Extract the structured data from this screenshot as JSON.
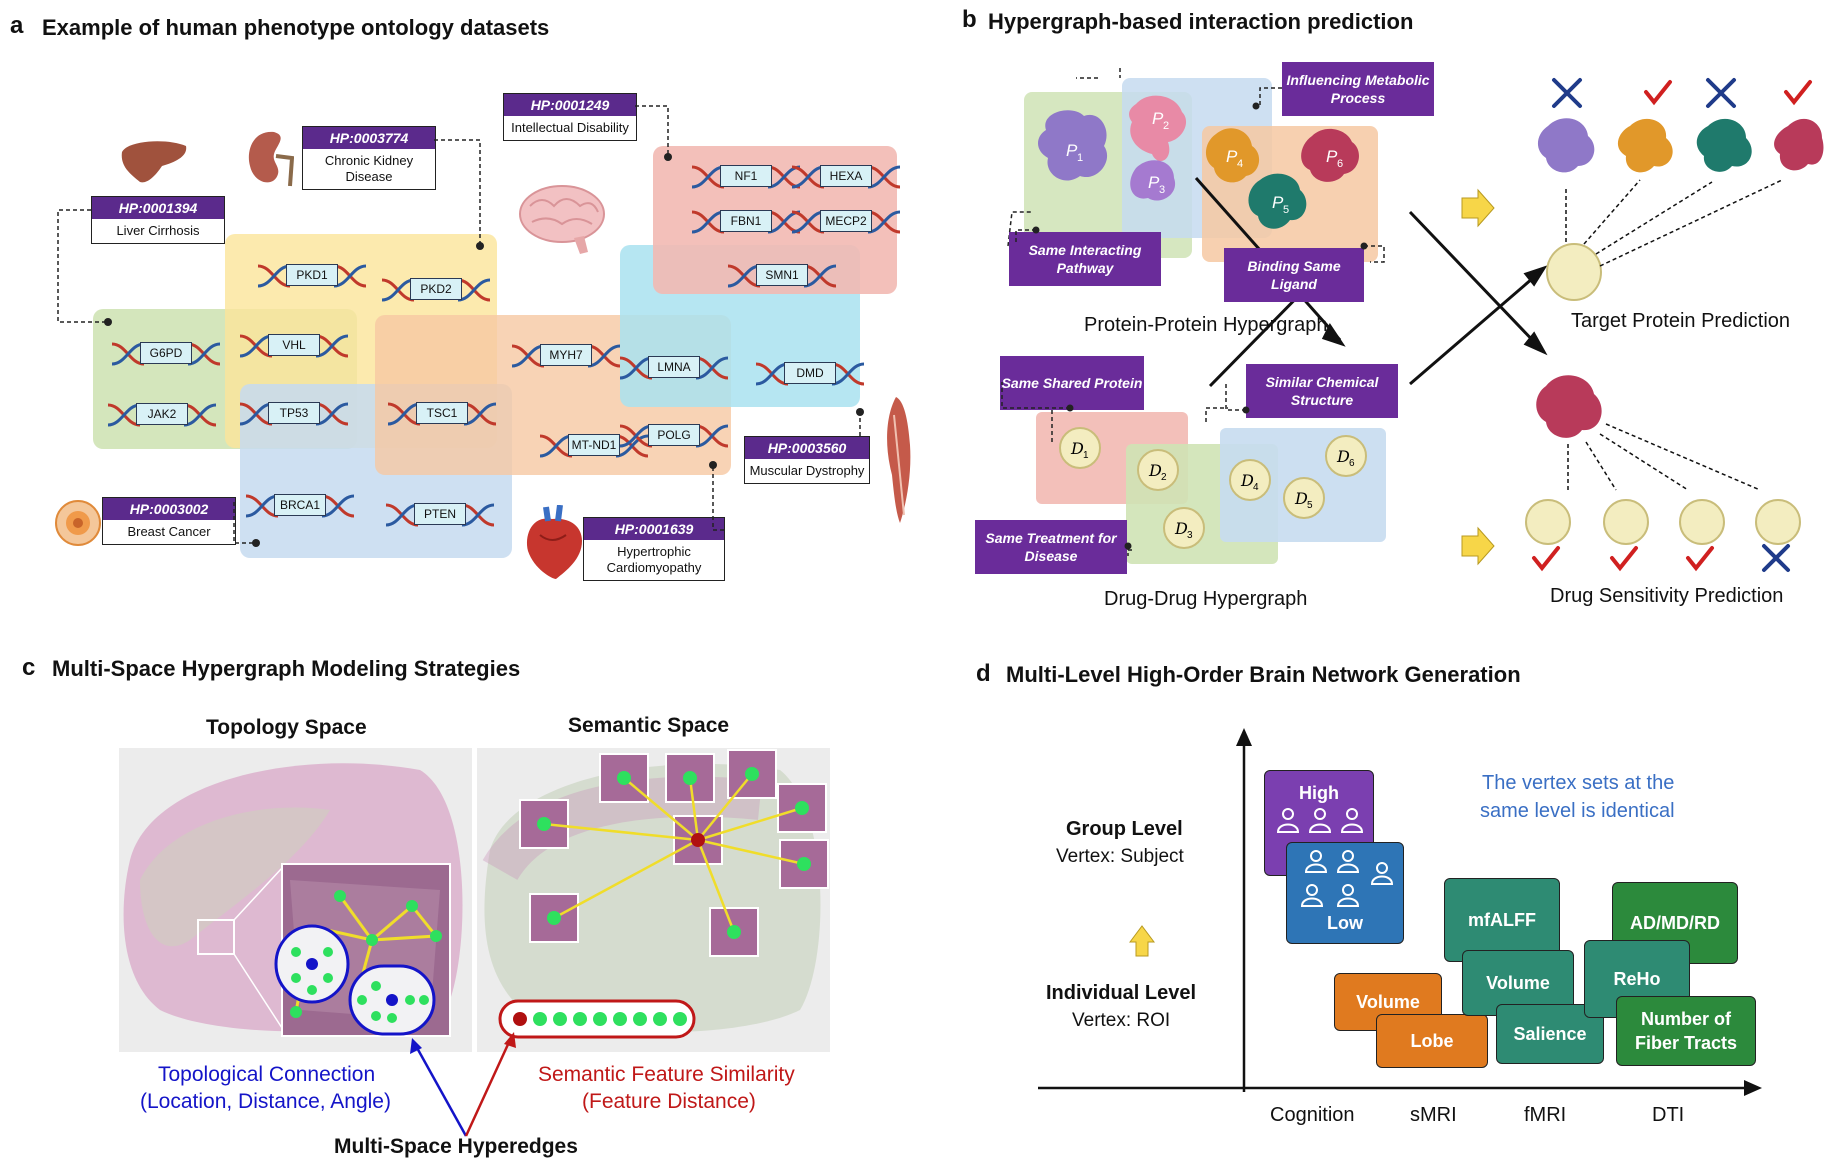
{
  "panel_a": {
    "label": "a",
    "title": "Example of human phenotype ontology datasets",
    "hp_terms": [
      {
        "id": "HP:0001394",
        "name": "Liver Cirrhosis"
      },
      {
        "id": "HP:0003774",
        "name": "Chronic Kidney Disease"
      },
      {
        "id": "HP:0001249",
        "name": "Intellectual Disability"
      },
      {
        "id": "HP:0003002",
        "name": "Breast Cancer"
      },
      {
        "id": "HP:0001639",
        "name": "Hypertrophic Cardiomyopathy"
      },
      {
        "id": "HP:0003560",
        "name": "Muscular Dystrophy"
      }
    ],
    "genes": [
      "PKD1",
      "PKD2",
      "G6PD",
      "VHL",
      "JAK2",
      "TP53",
      "TSC1",
      "MYH7",
      "LMNA",
      "MT-ND1",
      "POLG",
      "BRCA1",
      "PTEN",
      "DMD",
      "NF1",
      "HEXA",
      "FBN1",
      "MECP2",
      "SMN1"
    ],
    "colors": {
      "green": "#cfe3b5",
      "yellow": "#fbe59a",
      "orange": "#f6c8a2",
      "blue": "#c6dbf0",
      "cyan": "#a9e2f0",
      "red": "#f2b9b3"
    }
  },
  "panel_b": {
    "label": "b",
    "title": "Hypergraph-based interaction prediction",
    "boxes": {
      "influencing": "Influencing Metabolic Process",
      "same_pathway": "Same Interacting Pathway",
      "same_ligand": "Binding Same Ligand",
      "shared_protein": "Same Shared Protein",
      "chemical": "Similar Chemical Structure",
      "treatment": "Same Treatment for Disease"
    },
    "pp_label": "Protein-Protein Hypergraph",
    "dd_label": "Drug-Drug Hypergraph",
    "target_label": "Target Protein Prediction",
    "drug_label": "Drug Sensitivity Prediction",
    "proteins": [
      "1",
      "2",
      "3",
      "4",
      "5",
      "6"
    ],
    "drugs": [
      "1",
      "2",
      "3",
      "4",
      "5",
      "6"
    ]
  },
  "panel_c": {
    "label": "c",
    "title": "Multi-Space Hypergraph Modeling Strategies",
    "topology_title": "Topology Space",
    "semantic_title": "Semantic Space",
    "topo_caption_1": "Topological Connection",
    "topo_caption_2": "(Location, Distance, Angle)",
    "sem_caption_1": "Semantic Feature Similarity",
    "sem_caption_2": "(Feature Distance)",
    "bottom_caption": "Multi-Space Hyperedges"
  },
  "panel_d": {
    "label": "d",
    "title": "Multi-Level High-Order Brain Network Generation",
    "group_level": "Group Level",
    "group_vertex": "Vertex: Subject",
    "individual_level": "Individual Level",
    "individual_vertex": "Vertex: ROI",
    "high": "High",
    "low": "Low",
    "note_1": "The vertex sets at the",
    "note_2": "same level is identical",
    "boxes": {
      "volume_orange": "Volume",
      "lobe": "Lobe",
      "mfalff": "mfALFF",
      "volume_green": "Volume",
      "salience": "Salience",
      "admdrd": "AD/MD/RD",
      "reho": "ReHo",
      "fiber_1": "Number of",
      "fiber_2": "Fiber Tracts"
    },
    "axis": [
      "Cognition",
      "sMRI",
      "fMRI",
      "DTI"
    ],
    "colors": {
      "purple": "#7b3fb0",
      "blue": "#2e75b6",
      "teal": "#2e8b73",
      "orange": "#e07a1f",
      "note": "#3a6fc4"
    }
  }
}
